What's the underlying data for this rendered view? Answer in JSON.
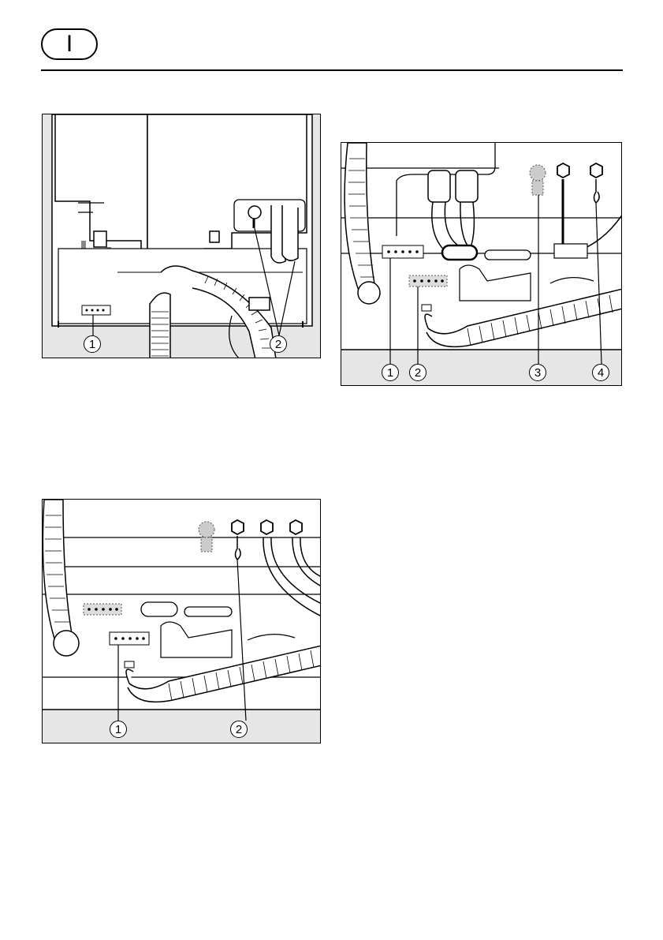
{
  "header": {
    "country_code": "I"
  },
  "figures": {
    "fig1": {
      "callouts": [
        "1",
        "2"
      ]
    },
    "fig2": {
      "callouts": [
        "1",
        "2",
        "3",
        "4"
      ]
    },
    "fig3": {
      "callouts": [
        "1",
        "2"
      ]
    }
  }
}
